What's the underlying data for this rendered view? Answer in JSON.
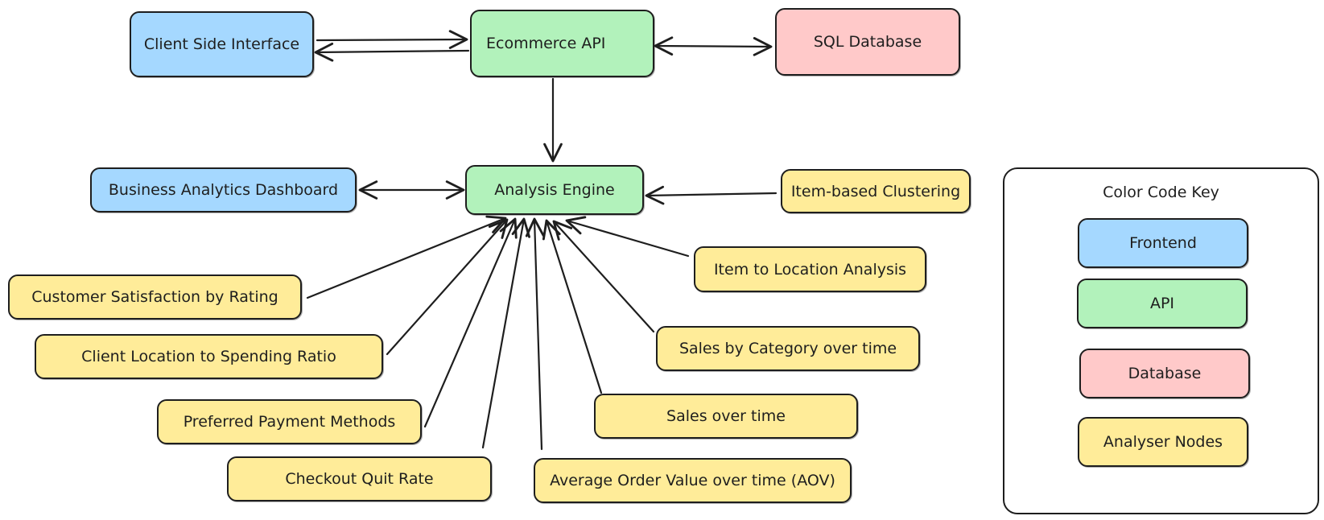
{
  "colors": {
    "frontend": "#a5d8ff",
    "api": "#b2f2bb",
    "database": "#ffc9c9",
    "analyser": "#ffec99",
    "stroke": "#1e1e1e"
  },
  "nodes": {
    "client_side_interface": "Client Side Interface",
    "ecommerce_api": "Ecommerce API",
    "sql_database": "SQL Database",
    "business_analytics_dashboard": "Business Analytics Dashboard",
    "analysis_engine": "Analysis Engine",
    "item_based_clustering": "Item-based Clustering",
    "item_to_location_analysis": "Item to Location Analysis",
    "customer_satisfaction_by_rating": "Customer Satisfaction by Rating",
    "sales_by_category_over_time": "Sales by Category over time",
    "client_location_to_spending_ratio": "Client Location to Spending Ratio",
    "sales_over_time": "Sales over time",
    "preferred_payment_methods": "Preferred Payment Methods",
    "checkout_quit_rate": "Checkout Quit Rate",
    "average_order_value_over_time": "Average Order Value over time (AOV)"
  },
  "legend": {
    "title": "Color Code Key",
    "items": [
      {
        "label": "Frontend",
        "color": "#a5d8ff"
      },
      {
        "label": "API",
        "color": "#b2f2bb"
      },
      {
        "label": "Database",
        "color": "#ffc9c9"
      },
      {
        "label": "Analyser Nodes",
        "color": "#ffec99"
      }
    ]
  }
}
